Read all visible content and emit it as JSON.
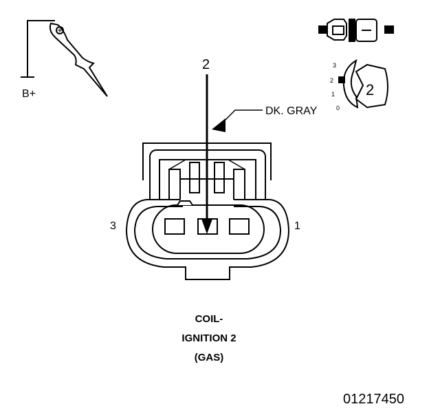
{
  "probe": {
    "label": "B+"
  },
  "test_lead": {
    "label": "DK. GRAY"
  },
  "test_pin": {
    "label": "2"
  },
  "connector": {
    "pin_left": "3",
    "pin_right": "1",
    "caption": [
      "COIL-",
      "IGNITION 2",
      "(GAS)"
    ]
  },
  "meter_dial": {
    "positions": [
      "3",
      "2",
      "1",
      "0"
    ],
    "selected": "2"
  },
  "figure_id": "01217450"
}
